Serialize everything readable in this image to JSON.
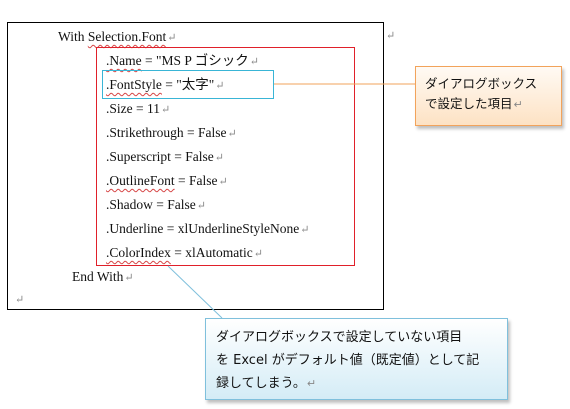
{
  "code": {
    "with_kw": "With ",
    "with_obj": "Selection.Font",
    "lines": [
      {
        "prop": ".Name",
        "rest": " = \"MS P ゴシック"
      },
      {
        "prop": ".FontStyle",
        "rest": " = \"太字\""
      },
      {
        "prop": ".Size",
        "rest": " = 11"
      },
      {
        "prop": ".Strikethrough",
        "rest": " = False"
      },
      {
        "prop": ".Superscript",
        "rest": " = False"
      },
      {
        "prop": ".OutlineFont",
        "rest": " = False"
      },
      {
        "prop": ".Shadow",
        "rest": " = False"
      },
      {
        "prop": ".Underline",
        "rest": " = xlUnderlineStyleNone"
      },
      {
        "prop": ".ColorIndex",
        "rest": " = xlAutomatic"
      }
    ],
    "end_with": "End With"
  },
  "marks": {
    "pilcrow": "↵"
  },
  "callouts": {
    "dialog_set": {
      "line1": "ダイアログボックス",
      "line2": "で設定した項目"
    },
    "default_values": {
      "line1": "ダイアログボックスで設定していない項目",
      "line2": "を Excel がデフォルト値（既定値）として記",
      "line3": "録してしまう。"
    }
  },
  "colors": {
    "red_frame": "#e0202a",
    "cyan_frame": "#39b5d6",
    "orange_callout_border": "#f2a35b",
    "blue_callout_border": "#7fc0dc"
  }
}
